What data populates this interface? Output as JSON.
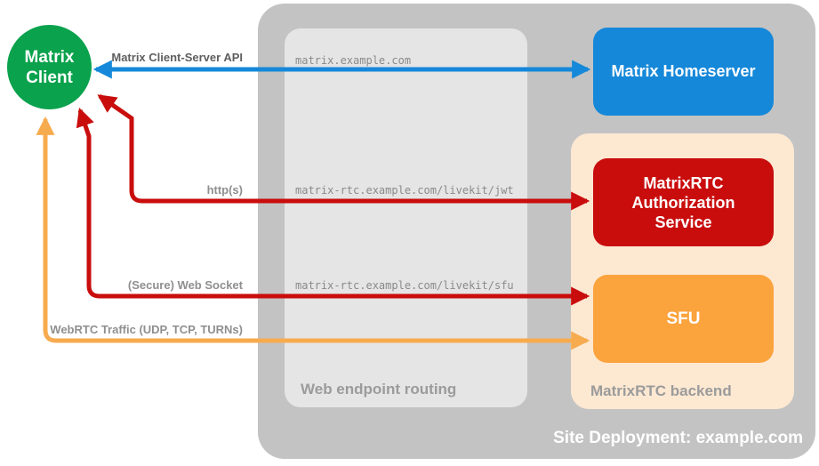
{
  "diagram": {
    "client": {
      "label": "Matrix Client",
      "color": "#0aa24c"
    },
    "site_container": {
      "label": "Site Deployment: example.com",
      "color": "#c3c3c3"
    },
    "routing_container": {
      "label": "Web endpoint routing",
      "color": "#e5e5e5"
    },
    "backend_container": {
      "label": "MatrixRTC backend",
      "color": "#fde8d2"
    },
    "nodes": {
      "homeserver": {
        "label": "Matrix Homeserver",
        "color": "#1588d9"
      },
      "auth_service": {
        "label": "MatrixRTC Authorization Service",
        "color": "#c90d0d"
      },
      "sfu": {
        "label": "SFU",
        "color": "#fba33d"
      }
    },
    "endpoints": {
      "homeserver": "matrix.example.com",
      "jwt": "matrix-rtc.example.com/livekit/jwt",
      "sfu": "matrix-rtc.example.com/livekit/sfu"
    },
    "arrows": {
      "client_server_api": {
        "label": "Matrix Client-Server API",
        "color": "#1588d9"
      },
      "https": {
        "label": "http(s)",
        "color": "#c90d0d"
      },
      "websocket": {
        "label": "(Secure) Web Socket",
        "color": "#c90d0d"
      },
      "webrtc": {
        "label": "WebRTC Traffic (UDP, TCP, TURNs)",
        "color": "#f7ab4f"
      }
    },
    "label_colors": {
      "api_label": "#5f5f5f",
      "side_labels": "#8f8f8f",
      "url_text": "#8a8a8a",
      "container_labels": "#9b9b9b"
    }
  }
}
